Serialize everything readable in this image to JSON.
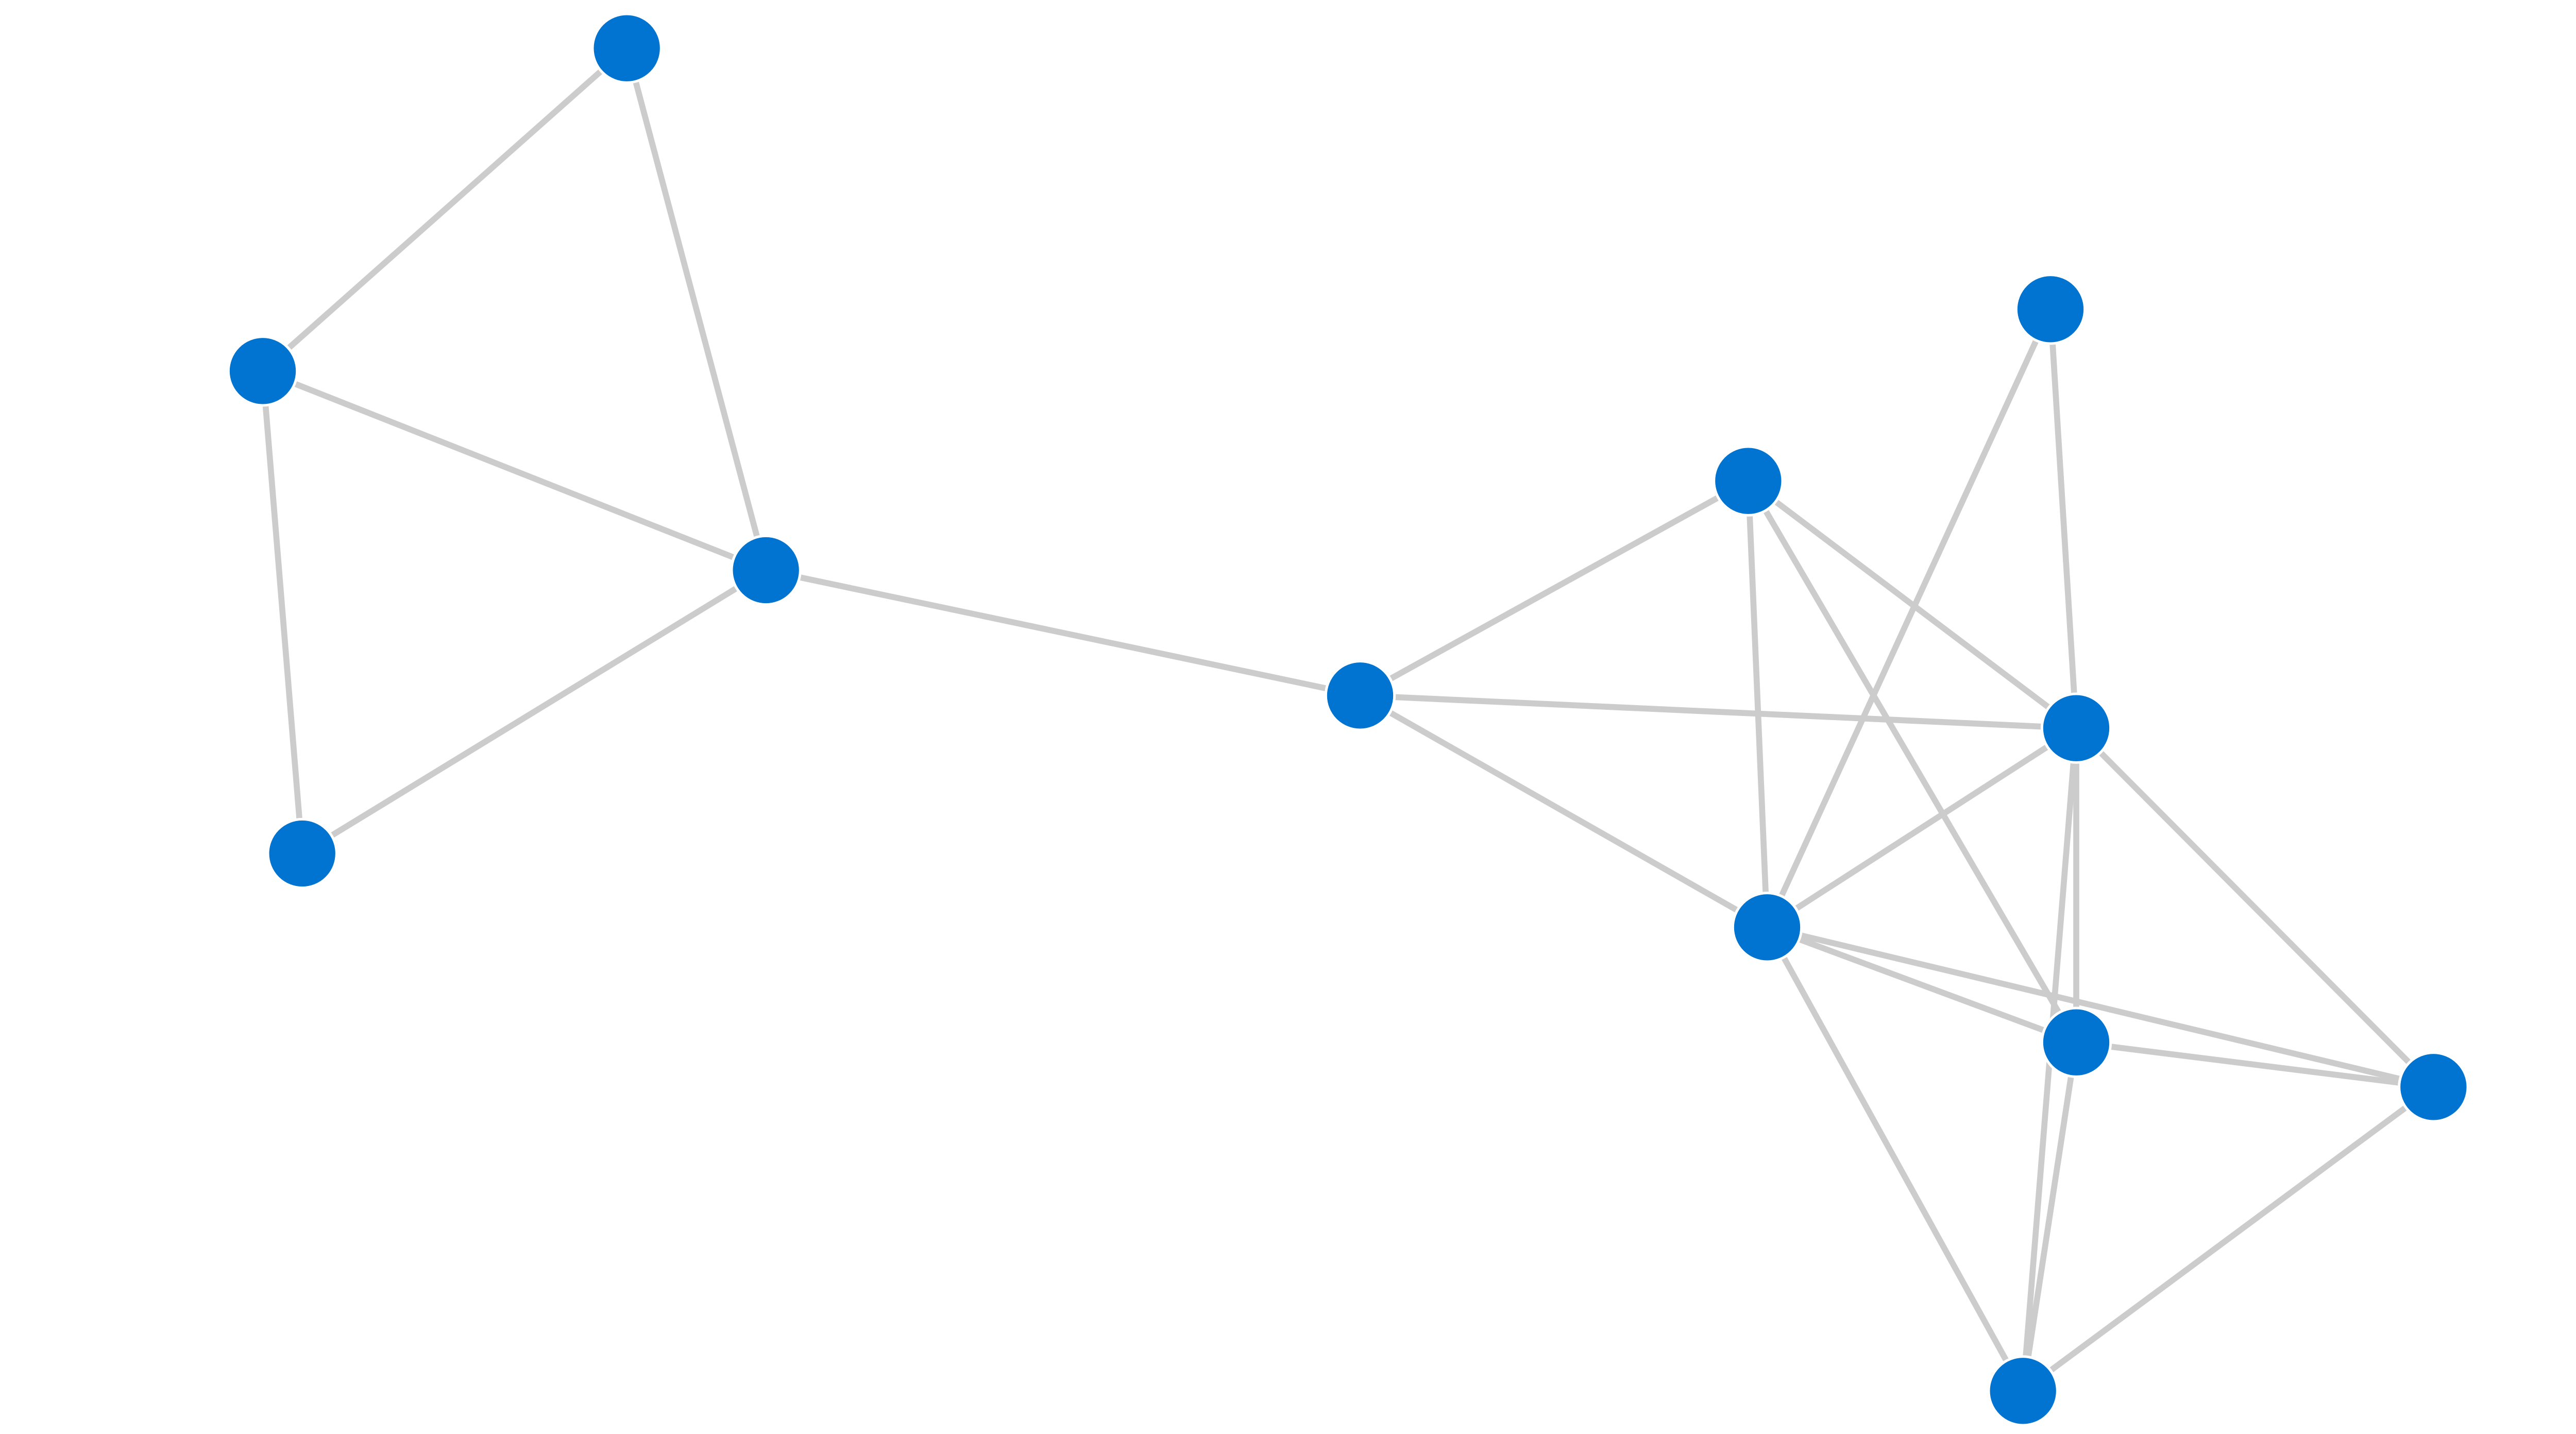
{
  "graph": {
    "nodes": [
      "n1",
      "n2",
      "n3",
      "n4",
      "n5",
      "n6",
      "n7",
      "n8",
      "n9",
      "n10",
      "n11",
      "n12"
    ],
    "edges": [
      [
        "n1",
        "n2"
      ],
      [
        "n1",
        "n4"
      ],
      [
        "n2",
        "n4"
      ],
      [
        "n2",
        "n3"
      ],
      [
        "n3",
        "n4"
      ],
      [
        "n4",
        "n5"
      ],
      [
        "n5",
        "n6"
      ],
      [
        "n5",
        "n8"
      ],
      [
        "n5",
        "n9"
      ],
      [
        "n6",
        "n8"
      ],
      [
        "n6",
        "n9"
      ],
      [
        "n6",
        "n10"
      ],
      [
        "n7",
        "n9"
      ],
      [
        "n7",
        "n8"
      ],
      [
        "n8",
        "n9"
      ],
      [
        "n8",
        "n11"
      ],
      [
        "n8",
        "n12"
      ],
      [
        "n8",
        "n10"
      ],
      [
        "n9",
        "n11"
      ],
      [
        "n9",
        "n10"
      ],
      [
        "n9",
        "n12"
      ],
      [
        "n10",
        "n11"
      ],
      [
        "n10",
        "n12"
      ],
      [
        "n11",
        "n12"
      ]
    ]
  },
  "colors": {
    "node": "#0074d0",
    "edge": "#cccccc",
    "background": "#ffffff"
  }
}
